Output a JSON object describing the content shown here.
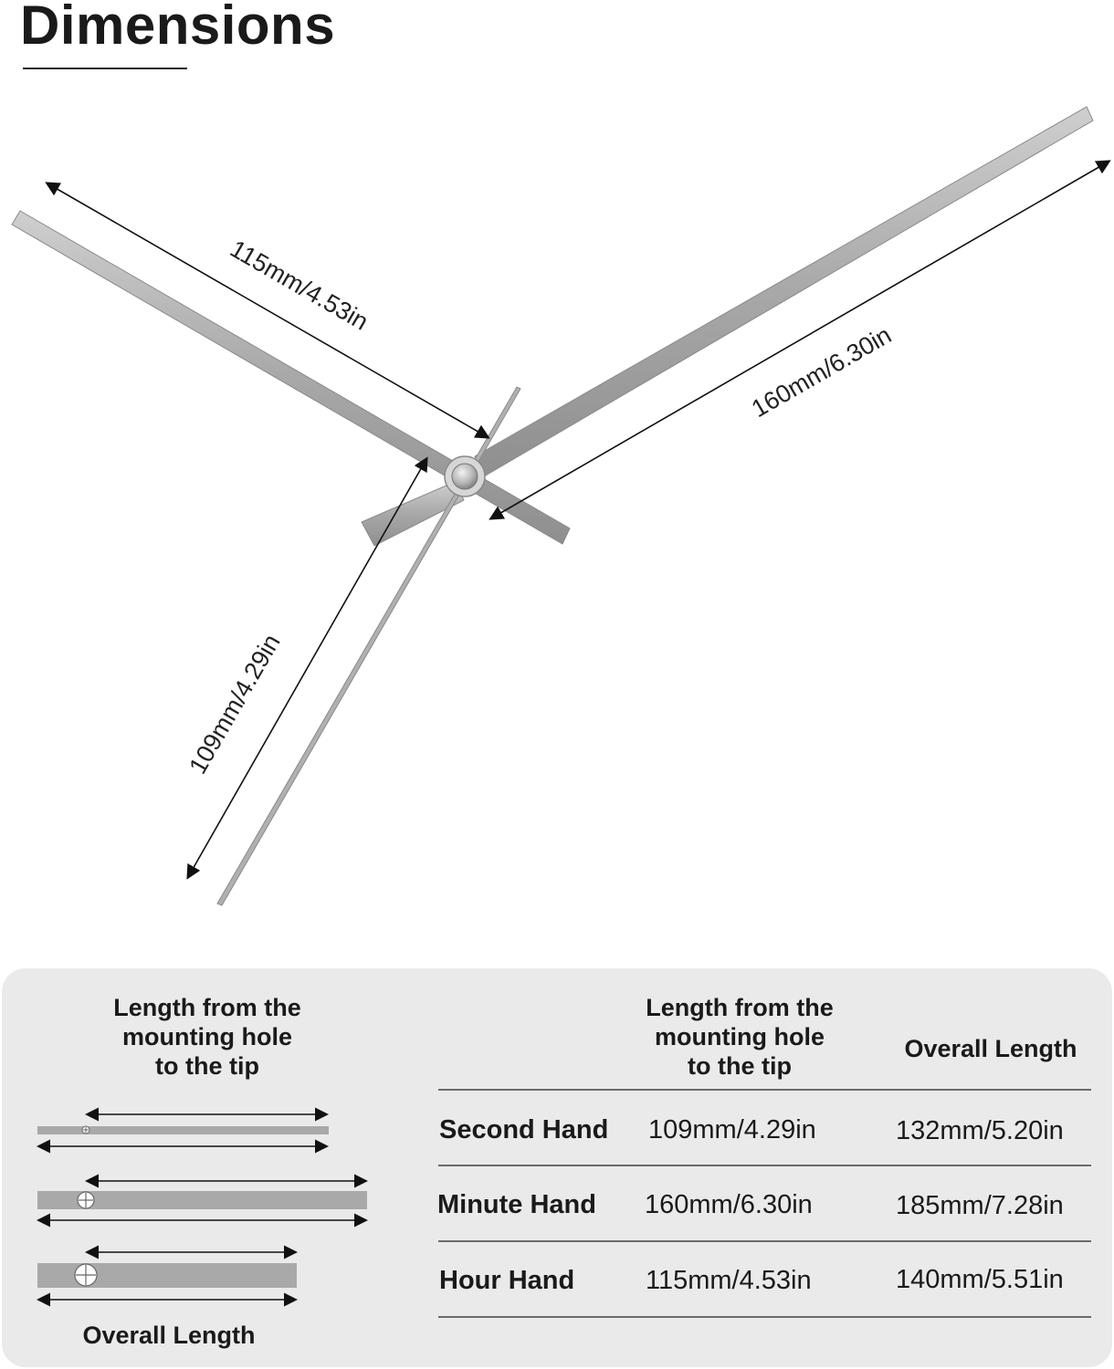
{
  "header": {
    "title": "Dimensions"
  },
  "diagram": {
    "hour_hand_length_label": "115mm/4.53in",
    "minute_hand_length_label": "160mm/6.30in",
    "second_hand_length_label": "109mm/4.29in",
    "hand_color": "#a9a9a9"
  },
  "legend": {
    "heading": "Length from the\nmounting hole\nto the tip",
    "footer": "Overall Length"
  },
  "table": {
    "columns": [
      "Length from the\nmounting hole\nto the tip",
      "Overall Length"
    ],
    "rows": [
      {
        "name": "Second Hand",
        "tip_length": "109mm/4.29in",
        "overall_length": "132mm/5.20in"
      },
      {
        "name": "Minute Hand",
        "tip_length": "160mm/6.30in",
        "overall_length": "185mm/7.28in"
      },
      {
        "name": "Hour Hand",
        "tip_length": "115mm/4.53in",
        "overall_length": "140mm/5.51in"
      }
    ]
  },
  "colors": {
    "panel_background": "#eaeaea",
    "hand_silver": "#a9a9a9",
    "arrow": "#111111"
  }
}
